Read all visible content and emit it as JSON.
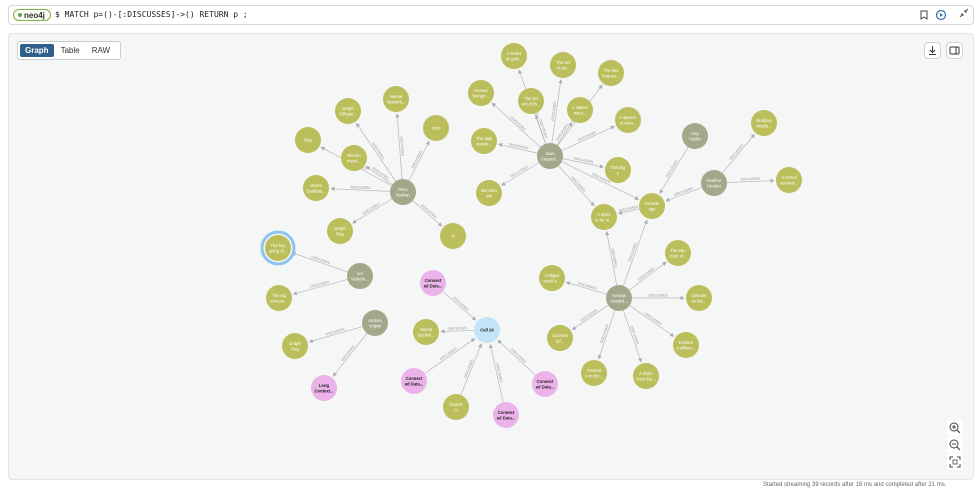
{
  "editor": {
    "badge": "neo4j",
    "query": "$ MATCH p=()-[:DISCUSSES]->() RETURN p ;"
  },
  "icons": {
    "bookmark": "bookmark-icon",
    "run": "run-icon",
    "collapse": "collapse-icon",
    "download": "download-icon",
    "panel": "side-panel-icon",
    "zoom_in": "zoom-in-icon",
    "zoom_out": "zoom-out-icon",
    "fit": "fit-icon"
  },
  "view_tabs": [
    {
      "label": "Graph",
      "active": true
    },
    {
      "label": "Table",
      "active": false
    },
    {
      "label": "RAW",
      "active": false
    }
  ],
  "colors": {
    "topic": "#bcbe5b",
    "person": "#a5a78a",
    "cell": "#ebb3ea",
    "center": "#c3e3f7",
    "edge": "#b5b8bc"
  },
  "rel_label": "DISCUSSES",
  "status": "Started streaming 39 records after 16 ms and completed after 21 ms.",
  "graph": {
    "nodes": [
      {
        "id": "paco",
        "line1": "Paco",
        "line2": "Nathan",
        "kind": "person"
      },
      {
        "id": "p_rag",
        "line1": "Rag",
        "line2": "",
        "kind": "topic"
      },
      {
        "id": "p_graph",
        "line1": "Graph",
        "line2": "Diffusio...",
        "kind": "topic"
      },
      {
        "id": "p_neural",
        "line1": "Neural",
        "line2": "Network...",
        "kind": "topic"
      },
      {
        "id": "p_llms",
        "line1": "Llms",
        "line2": "",
        "kind": "topic"
      },
      {
        "id": "p_recom",
        "line1": "Recom",
        "line2": "mend...",
        "kind": "topic"
      },
      {
        "id": "p_vector",
        "line1": "Vector",
        "line2": "Databas...",
        "kind": "topic"
      },
      {
        "id": "p_graphrag",
        "line1": "Graph",
        "line2": "Rag",
        "kind": "topic"
      },
      {
        "id": "p_ai",
        "line1": "Ai",
        "line2": "",
        "kind": "topic"
      },
      {
        "id": "juan",
        "line1": "Juan",
        "line2": "Sequed...",
        "kind": "person"
      },
      {
        "id": "j_series",
        "line1": "A series",
        "line2": "of activ...",
        "kind": "topic"
      },
      {
        "id": "j_act",
        "line1": "The act",
        "line2": "or art...",
        "kind": "topic"
      },
      {
        "id": "j_two",
        "line1": "The two",
        "line2": "frequen...",
        "kind": "topic"
      },
      {
        "id": "j_human",
        "line1": "Human",
        "line2": "beings'...",
        "kind": "topic"
      },
      {
        "id": "j_set",
        "line1": "The set",
        "line2": "ent of th...",
        "kind": "topic"
      },
      {
        "id": "j_statement",
        "line1": "A statem",
        "line2": "ment...",
        "kind": "topic"
      },
      {
        "id": "j_speech",
        "line1": "A speech",
        "line2": "to area...",
        "kind": "topic"
      },
      {
        "id": "j_application",
        "line1": "The appl",
        "line2": "ication...",
        "kind": "topic"
      },
      {
        "id": "j_ontology",
        "line1": "Ontolog",
        "line2": "y",
        "kind": "topic"
      },
      {
        "id": "j_benchmark",
        "line1": "Benchm",
        "line2": "ark",
        "kind": "topic"
      },
      {
        "id": "amy",
        "line1": "Amy",
        "line2": "Hodler",
        "kind": "person"
      },
      {
        "id": "a_building",
        "line1": "Building",
        "line2": "blocks...",
        "kind": "topic"
      },
      {
        "id": "heather",
        "line1": "Heather",
        "line2": "Hessler",
        "kind": "person"
      },
      {
        "id": "h_formal",
        "line1": "A formal",
        "line2": "semanti...",
        "kind": "topic"
      },
      {
        "id": "knowledge",
        "line1": "Knowle",
        "line2": "dge",
        "kind": "topic"
      },
      {
        "id": "system",
        "line1": "A syste",
        "line2": "m for re...",
        "kind": "topic"
      },
      {
        "id": "george",
        "line1": "George",
        "line2": "Anadiot...",
        "kind": "person"
      },
      {
        "id": "g_structure",
        "line1": "The stru",
        "line2": "cture of...",
        "kind": "topic"
      },
      {
        "id": "g_object",
        "line1": "A object",
        "line2": "world e...",
        "kind": "topic"
      },
      {
        "id": "g_discuss",
        "line1": "Discuss",
        "line2": "es the...",
        "kind": "topic"
      },
      {
        "id": "g_connect",
        "line1": "Connect",
        "line2": "ed...",
        "kind": "topic"
      },
      {
        "id": "g_explore",
        "line1": "Explore",
        "line2": "s differe...",
        "kind": "topic"
      },
      {
        "id": "g_presents",
        "line1": "Present",
        "line2": "s on the...",
        "kind": "topic"
      },
      {
        "id": "g_a",
        "line1": "A distin",
        "line2": "ction the...",
        "kind": "topic"
      },
      {
        "id": "ivo",
        "line1": "Ivo",
        "line2": "Velitchk...",
        "kind": "person"
      },
      {
        "id": "i_the",
        "line1": "The key",
        "line2": "aning of...",
        "kind": "topic"
      },
      {
        "id": "i_big",
        "line1": "The sig",
        "line2": "antcom...",
        "kind": "topic"
      },
      {
        "id": "andrea",
        "line1": "Andrea",
        "line2": "Volpini",
        "kind": "person"
      },
      {
        "id": "an_graphrag",
        "line1": "Graph",
        "line2": "Rag",
        "kind": "topic"
      },
      {
        "id": "an_long",
        "line1": "Long",
        "line2": "Context...",
        "kind": "cell"
      },
      {
        "id": "cell24",
        "line1": "Cell 24",
        "line2": "",
        "kind": "center"
      },
      {
        "id": "c_conn1",
        "line1": "Connect",
        "line2": "ed Data...",
        "kind": "cell"
      },
      {
        "id": "c_neural",
        "line1": "Neural",
        "line2": "Symbol...",
        "kind": "topic"
      },
      {
        "id": "c_conn2",
        "line1": "Connect",
        "line2": "ed Data...",
        "kind": "cell"
      },
      {
        "id": "c_classic",
        "line1": "Classic",
        "line2": "Ai",
        "kind": "topic"
      },
      {
        "id": "c_conn3",
        "line1": "Connect",
        "line2": "ed Data...",
        "kind": "cell"
      },
      {
        "id": "c_conn4",
        "line1": "Connect",
        "line2": "ed Data...",
        "kind": "cell"
      }
    ],
    "edges": [
      [
        "paco",
        "p_rag"
      ],
      [
        "paco",
        "p_graph"
      ],
      [
        "paco",
        "p_neural"
      ],
      [
        "paco",
        "p_llms"
      ],
      [
        "paco",
        "p_recom"
      ],
      [
        "paco",
        "p_vector"
      ],
      [
        "paco",
        "p_graphrag"
      ],
      [
        "paco",
        "p_ai"
      ],
      [
        "juan",
        "j_series"
      ],
      [
        "juan",
        "j_act"
      ],
      [
        "juan",
        "j_two"
      ],
      [
        "juan",
        "j_human"
      ],
      [
        "juan",
        "j_set"
      ],
      [
        "juan",
        "j_statement"
      ],
      [
        "juan",
        "j_speech"
      ],
      [
        "juan",
        "j_application"
      ],
      [
        "juan",
        "j_ontology"
      ],
      [
        "juan",
        "j_benchmark"
      ],
      [
        "juan",
        "knowledge"
      ],
      [
        "juan",
        "system"
      ],
      [
        "amy",
        "knowledge"
      ],
      [
        "heather",
        "a_building"
      ],
      [
        "heather",
        "h_formal"
      ],
      [
        "heather",
        "knowledge"
      ],
      [
        "knowledge",
        "system"
      ],
      [
        "george",
        "g_structure"
      ],
      [
        "george",
        "g_object"
      ],
      [
        "george",
        "g_discuss"
      ],
      [
        "george",
        "g_connect"
      ],
      [
        "george",
        "g_explore"
      ],
      [
        "george",
        "g_presents"
      ],
      [
        "george",
        "g_a"
      ],
      [
        "george",
        "knowledge"
      ],
      [
        "george",
        "system"
      ],
      [
        "ivo",
        "i_the"
      ],
      [
        "ivo",
        "i_big"
      ],
      [
        "andrea",
        "an_graphrag"
      ],
      [
        "andrea",
        "an_long"
      ],
      [
        "c_conn1",
        "cell24"
      ],
      [
        "cell24",
        "c_neural"
      ],
      [
        "c_conn2",
        "cell24"
      ],
      [
        "c_classic",
        "cell24"
      ],
      [
        "c_conn3",
        "cell24"
      ],
      [
        "c_conn4",
        "cell24"
      ]
    ]
  }
}
